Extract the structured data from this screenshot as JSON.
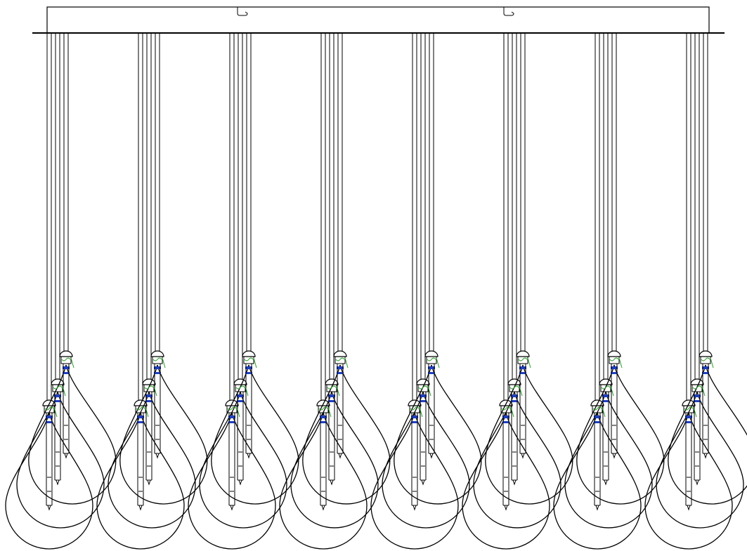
{
  "drawing": {
    "background": "#ffffff",
    "line_color": "#000000",
    "accent_green": "#2a9d2a",
    "accent_blue": "#1f3fbf"
  },
  "canopy": {
    "hooks": 2
  },
  "pendants": {
    "groups": 8,
    "bulbs_per_group": 3,
    "bulb_shape": "teardrop"
  }
}
